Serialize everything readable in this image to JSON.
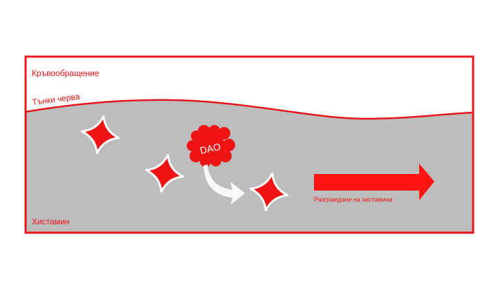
{
  "labels": {
    "blood": "Кръвообращение",
    "intestine": "Тънки черва",
    "histamine": "Хистамин",
    "enzyme": "DAO",
    "breakdown": "Разграждане на хистамина"
  },
  "colors": {
    "red": "#f01414",
    "grey": "#bdbdbd",
    "white": "#ffffff"
  }
}
